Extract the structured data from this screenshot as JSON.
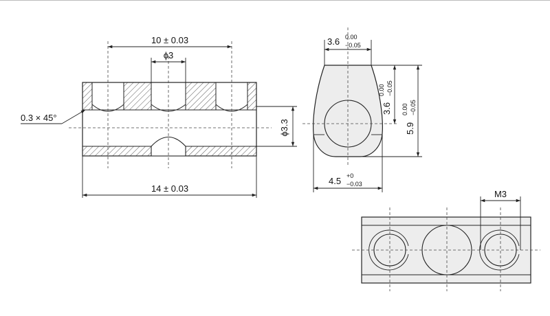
{
  "drawing": {
    "colors": {
      "line": "#222222",
      "face": "#ededed",
      "hatch": "#555555",
      "background": "#ffffff"
    },
    "front_view": {
      "dim_hole_spacing": "10 ± 0.03",
      "dim_hole_dia": "ϕ3",
      "dim_chamfer": "0.3 × 45°",
      "dim_bore": "ϕ3.3",
      "dim_length": "14 ± 0.03"
    },
    "side_view": {
      "dim_top_width": {
        "nominal": "3.6",
        "upper": "0.00",
        "lower": "−0.05"
      },
      "dim_center_height": {
        "nominal": "3.6",
        "upper": "0.00",
        "lower": "−0.05"
      },
      "dim_total_height": {
        "nominal": "5.9",
        "upper": "0.00",
        "lower": "−0.05"
      },
      "dim_bottom_width": {
        "nominal": "4.5",
        "upper": "+0",
        "lower": "−0.03"
      }
    },
    "top_view": {
      "dim_thread": "M3"
    }
  }
}
